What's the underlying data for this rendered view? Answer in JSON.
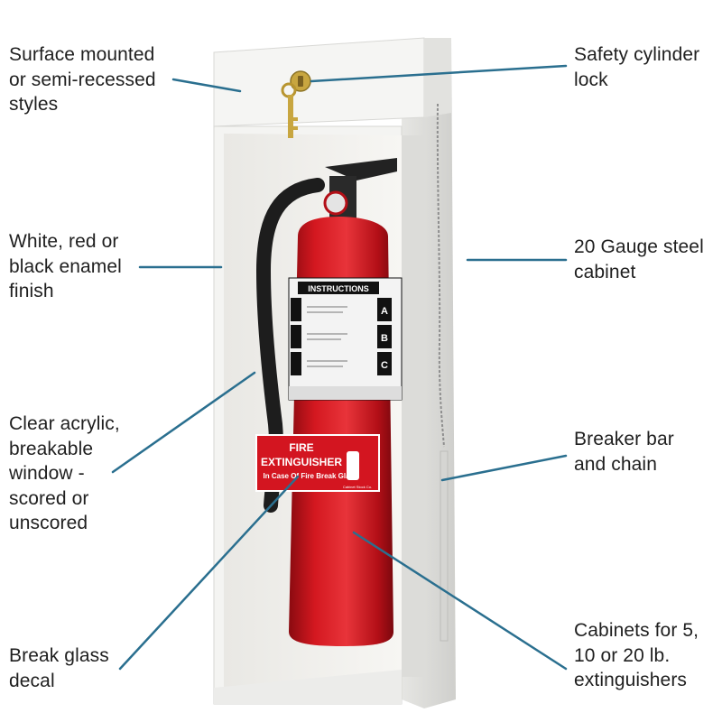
{
  "labels": {
    "surface_mounted": "Surface mounted\nor semi-recessed\nstyles",
    "safety_lock": "Safety cylinder\nlock",
    "enamel_finish": "White, red or\nblack enamel\nfinish",
    "steel_cabinet": "20 Gauge steel\ncabinet",
    "acrylic_window": "Clear acrylic,\nbreakable\nwindow -\nscored or\nunscored",
    "breaker_bar": "Breaker bar\nand chain",
    "break_glass_decal": "Break glass\ndecal",
    "cabinet_sizes": "Cabinets for 5,\n10 or 20 lb.\nextinguishers"
  },
  "product": {
    "decal_line1": "FIRE",
    "decal_line2": "EXTINGUISHER",
    "decal_line3": "In Case Of Fire Break Glass",
    "decal_small": "Cabinet Stock Co.",
    "instructions_title": "INSTRUCTIONS",
    "class_a": "A",
    "class_b": "B",
    "class_c": "C"
  },
  "colors": {
    "leader_line": "#2a6f8f",
    "extinguisher_red": "#d0121b",
    "cabinet_white": "#f4f4f2"
  }
}
